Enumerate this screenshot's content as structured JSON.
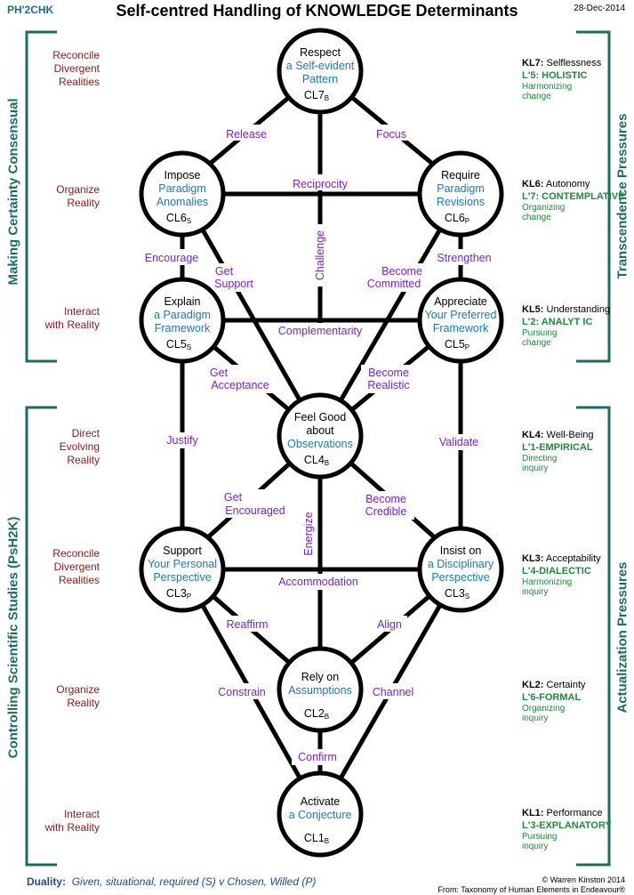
{
  "header": {
    "code": "PH'2CHK",
    "title": "Self-centred Handling of KNOWLEDGE Determinants",
    "date": "28-Dec-2014"
  },
  "side_titles": {
    "left_top": "Making Certainty Consensual",
    "left_bottom": "Controlling Scientific Studies (PsH2K)",
    "right_top": "Transcendence Pressures",
    "right_bottom": "Actualization Pressures"
  },
  "left_labels": [
    {
      "l1": "Reconcile",
      "l2": "Divergent",
      "l3": "Realities"
    },
    {
      "l1": "Organize",
      "l2": "Reality"
    },
    {
      "l1": "Interact",
      "l2": "with Reality"
    },
    {
      "l1": "Direct",
      "l2": "Evolving",
      "l3": "Reality"
    },
    {
      "l1": "Reconcile",
      "l2": "Divergent",
      "l3": "Realities"
    },
    {
      "l1": "Organize",
      "l2": "Reality"
    },
    {
      "l1": "Interact",
      "l2": "with Reality"
    }
  ],
  "right_labels": [
    {
      "k": "KL7:",
      "kt": " Selflessness",
      "l": "L'5: HOLISTIC",
      "s1": "Harmonizing",
      "s2": "change"
    },
    {
      "k": "KL6:",
      "kt": " Autonomy",
      "l": "L'7: CONTEMPLATIVE",
      "s1": "Organizing",
      "s2": "change"
    },
    {
      "k": "KL5:",
      "kt": " Understanding",
      "l": "L'2: ANALYT IC",
      "s1": "Pursuing",
      "s2": "change"
    },
    {
      "k": "KL4:",
      "kt": " Well-Being",
      "l": "L'1-EMPIRICAL",
      "s1": "Directing",
      "s2": "inquiry"
    },
    {
      "k": "KL3:",
      "kt": " Acceptability",
      "l": "L'4-DIALECTIC",
      "s1": "Harmonizing",
      "s2": "inquiry"
    },
    {
      "k": "KL2:",
      "kt": " Certainty",
      "l": "L'6-FORMAL",
      "s1": "Organizing",
      "s2": "inquiry"
    },
    {
      "k": "KL1:",
      "kt": " Performance",
      "l": "L'3-EXPLANATORY",
      "s1": "Pursuing",
      "s2": "inquiry"
    }
  ],
  "nodes": [
    {
      "id": "respect",
      "t1": "Respect",
      "b1": "a Self-evident",
      "b2": "Pattern",
      "cl": "CL7",
      "sub": "B"
    },
    {
      "id": "impose",
      "t1": "Impose",
      "b1": "Paradigm",
      "b2": "Anomalies",
      "cl": "CL6",
      "sub": "S"
    },
    {
      "id": "require",
      "t1": "Require",
      "b1": "Paradigm",
      "b2": "Revisions",
      "cl": "CL6",
      "sub": "P"
    },
    {
      "id": "explain",
      "t1": "Explain",
      "b1": "a Paradigm",
      "b2": "Framework",
      "cl": "CL5",
      "sub": "S"
    },
    {
      "id": "appreciate",
      "t1": "Appreciate",
      "b1": "Your Preferred",
      "b2": "Framework",
      "cl": "CL5",
      "sub": "P"
    },
    {
      "id": "feelgood",
      "t1": "Feel Good",
      "t2": "about",
      "b1": "Observations",
      "cl": "CL4",
      "sub": "B"
    },
    {
      "id": "support",
      "t1": "Support",
      "b1": "Your Personal",
      "b2": "Perspective",
      "cl": "CL3",
      "sub": "P"
    },
    {
      "id": "insist",
      "t1": "Insist on",
      "b1": "a Disciplinary",
      "b2": "Perspective",
      "cl": "CL3",
      "sub": "S"
    },
    {
      "id": "relyon",
      "t1": "Rely on",
      "b1": "Assumptions",
      "cl": "CL2",
      "sub": "B"
    },
    {
      "id": "activate",
      "t1": "Activate",
      "b1": "a Conjecture",
      "cl": "CL1",
      "sub": "B"
    }
  ],
  "links": {
    "release": "Release",
    "focus": "Focus",
    "reciprocity": "Reciprocity",
    "challenge": "Challenge",
    "encourage": "Encourage",
    "get_support_1": "Get",
    "get_support_2": "Support",
    "become_committed_1": "Become",
    "become_committed_2": "Committed",
    "strengthen": "Strengthen",
    "complementarity": "Complementarity",
    "get_acceptance_1": "Get",
    "get_acceptance_2": "Acceptance",
    "become_realistic_1": "Become",
    "become_realistic_2": "Realistic",
    "justify": "Justify",
    "validate": "Validate",
    "get_encouraged_1": "Get",
    "get_encouraged_2": "Encouraged",
    "become_credible_1": "Become",
    "become_credible_2": "Credible",
    "energize": "Energize",
    "accommodation": "Accommodation",
    "reaffirm": "Reaffirm",
    "align": "Align",
    "constrain": "Constrain",
    "channel": "Channel",
    "confirm": "Confirm"
  },
  "footer": {
    "label": "Duality:",
    "text": "Given, situational, required (S) v Chosen, Willed (P)",
    "credit1": "© Warren Kinston 2014",
    "credit2": "From: Taxonomy of Human Elements in Endeavour®"
  },
  "colors": {
    "node_blue": "#1a7ab8",
    "link_purple": "#7a24c4",
    "left_red": "#8b1a1a",
    "side_teal": "#1a6e5e",
    "level_green": "#1f8a3a"
  }
}
